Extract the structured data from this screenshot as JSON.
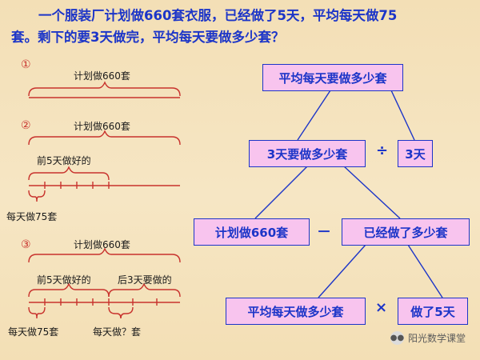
{
  "problem": {
    "line1": "一个服装厂计划做660套衣服，已经做了5天，平均每天做75",
    "line2": "套。剩下的要3天做完，平均每天要做多少套？"
  },
  "diagrams": {
    "d1": {
      "marker": "①",
      "total": "计划做660套"
    },
    "d2": {
      "marker": "②",
      "total": "计划做660套",
      "done": "前5天做好的",
      "per_day": "每天做75套"
    },
    "d3": {
      "marker": "③",
      "total": "计划做660套",
      "done": "前5天做好的",
      "remaining": "后3天要做的",
      "per_day": "每天做75套",
      "unknown_per_day": "每天做？套"
    }
  },
  "tree": {
    "goal": "平均每天要做多少套",
    "remaining_total": "3天要做多少套",
    "op_divide": "÷",
    "days_left": "3天",
    "plan": "计划做660套",
    "op_minus": "－",
    "done_total": "已经做了多少套",
    "avg_per_day": "平均每天做多少套",
    "op_times": "×",
    "days_done": "做了5天"
  },
  "watermark": {
    "text": "阳光数学课堂",
    "icon": "wechat-icon"
  },
  "colors": {
    "text_blue": "#1c35c8",
    "brace_red": "#c8322d",
    "box_pink": "#f8c4ee",
    "background": "#f5e3bf"
  }
}
